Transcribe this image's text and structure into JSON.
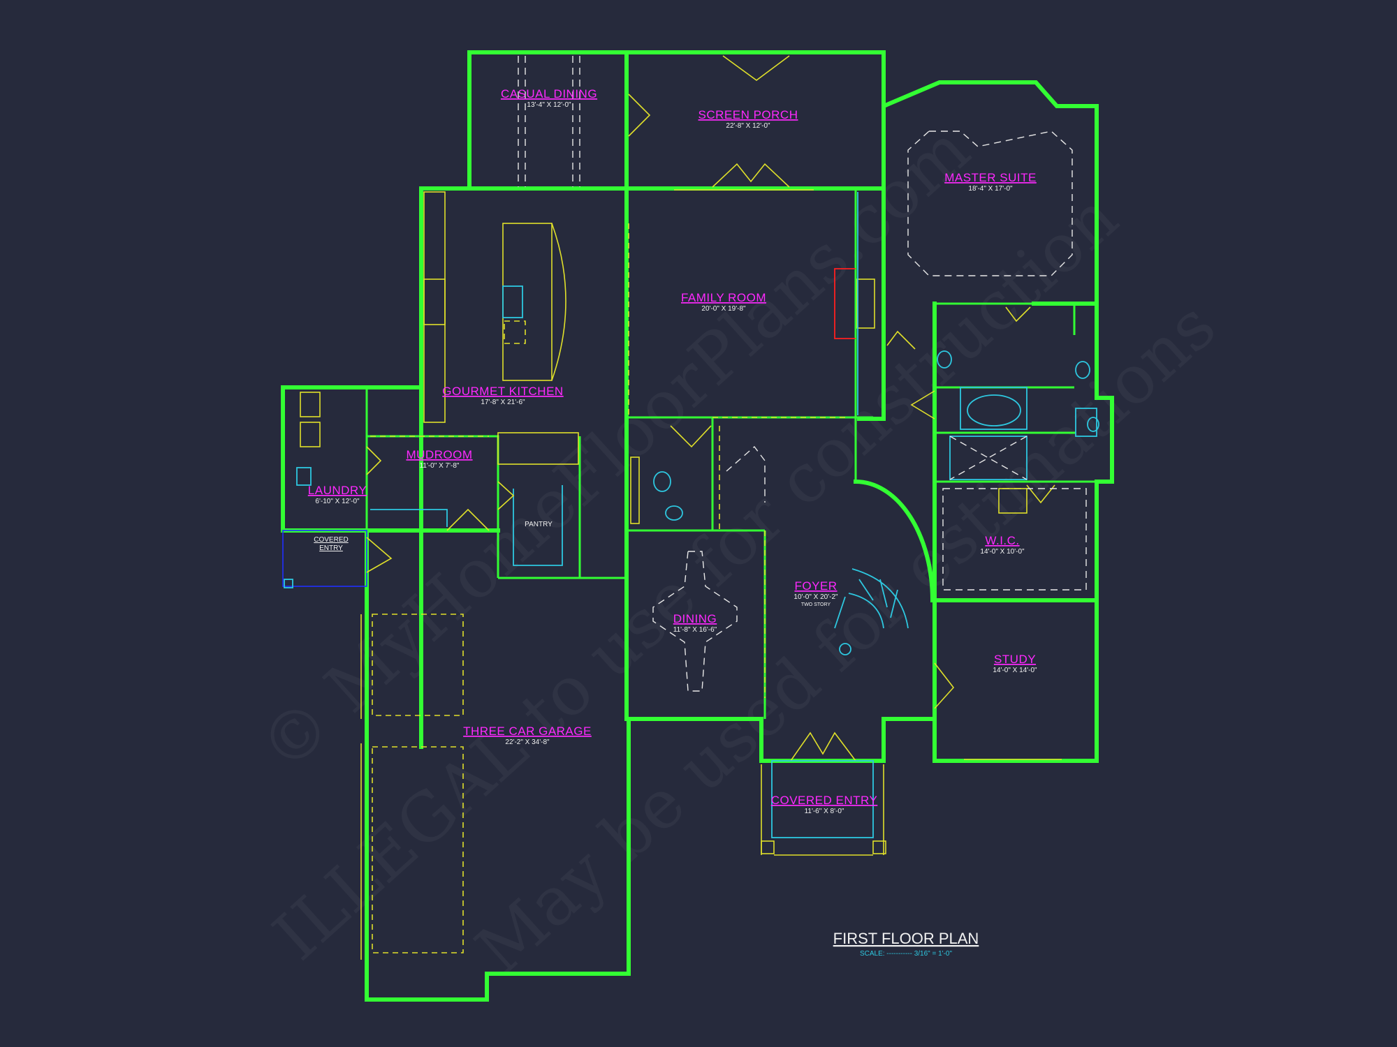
{
  "plan": {
    "title": "FIRST FLOOR PLAN",
    "scale": "SCALE: ----------- 3/16\" = 1'-0\""
  },
  "rooms": {
    "casual_dining": {
      "name": "CASUAL DINING",
      "dims": "13'-4\" X 12'-0\""
    },
    "screen_porch": {
      "name": "SCREEN PORCH",
      "dims": "22'-8\" X 12'-0\""
    },
    "master_suite": {
      "name": "MASTER SUITE",
      "dims": "18'-4\" X 17'-0\""
    },
    "family_room": {
      "name": "FAMILY ROOM",
      "dims": "20'-0\" X 19'-8\""
    },
    "gourmet_kitchen": {
      "name": "GOURMET KITCHEN",
      "dims": "17'-8\" X 21'-6\""
    },
    "mudroom": {
      "name": "MUDROOM",
      "dims": "11'-0\" X 7'-8\""
    },
    "laundry": {
      "name": "LAUNDRY",
      "dims": "6'-10\" X 12'-0\""
    },
    "pantry": {
      "name": "PANTRY"
    },
    "foyer": {
      "name": "FOYER",
      "dims": "10'-0\" X 20'-2\"",
      "note": "TWO STORY"
    },
    "wic": {
      "name": "W.I.C.",
      "dims": "14'-0\" X 10'-0\""
    },
    "dining": {
      "name": "DINING",
      "dims": "11'-8\" X 16'-6\""
    },
    "study": {
      "name": "STUDY",
      "dims": "14'-0\" X 14'-0\""
    },
    "garage": {
      "name": "THREE CAR GARAGE",
      "dims": "22'-2\" X 34'-8\""
    },
    "covered_entry_front": {
      "name": "COVERED ENTRY",
      "dims": "11'-6\" X 8'-0\""
    },
    "covered_entry_side": {
      "line1": "COVERED",
      "line2": "ENTRY"
    }
  },
  "watermark": {
    "line1": "© MyHomeFloorPlans.com",
    "line2": "ILLEGAL to use for construction",
    "line3": "May be used for estimations"
  },
  "colors": {
    "background": "#262a3c",
    "wall": "#33ff33",
    "label": "#ff29ff",
    "fixture": "#e0e02a",
    "accent": "#2ec8e0"
  }
}
